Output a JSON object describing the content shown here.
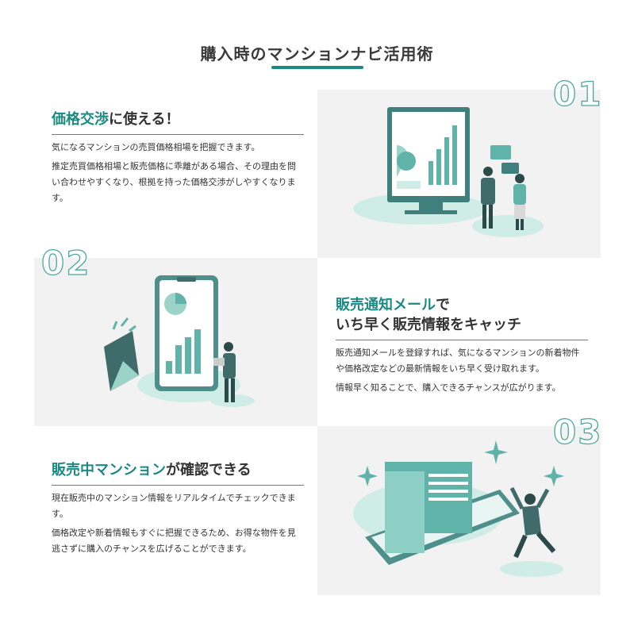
{
  "page_title": "購入時のマンションナビ活用術",
  "colors": {
    "accent": "#1a8a82",
    "panel": "#f2f2f2"
  },
  "sections": [
    {
      "number": "01",
      "heading_accent": "価格交渉",
      "heading_rest": "に使える！",
      "paragraphs": [
        "気になるマンションの売買価格相場を把握できます。",
        "推定売買価格相場と販売価格に乖離がある場合、その理由を問い合わせやすくなり、根拠を持った価格交渉がしやすくなります。"
      ],
      "illustration": "monitor-chart-business-people"
    },
    {
      "number": "02",
      "heading_accent": "販売通知メール",
      "heading_rest": "で",
      "heading_line2": "いち早く販売情報をキャッチ",
      "paragraphs": [
        "販売通知メールを登録すれば、気になるマンションの新着物件や価格改定などの最新情報をいち早く受け取れます。",
        "情報早く知ることで、購入できるチャンスが広がります。"
      ],
      "illustration": "smartphone-mail-man"
    },
    {
      "number": "03",
      "heading_accent": "販売中マンション",
      "heading_rest": "が確認できる",
      "paragraphs": [
        "現在販売中のマンション情報をリアルタイムでチェックできます。",
        "価格改定や新着情報もすぐに把握できるため、お得な物件を見逃さずに購入のチャンスを広げることができます。"
      ],
      "illustration": "building-phone-jumping-man"
    }
  ]
}
